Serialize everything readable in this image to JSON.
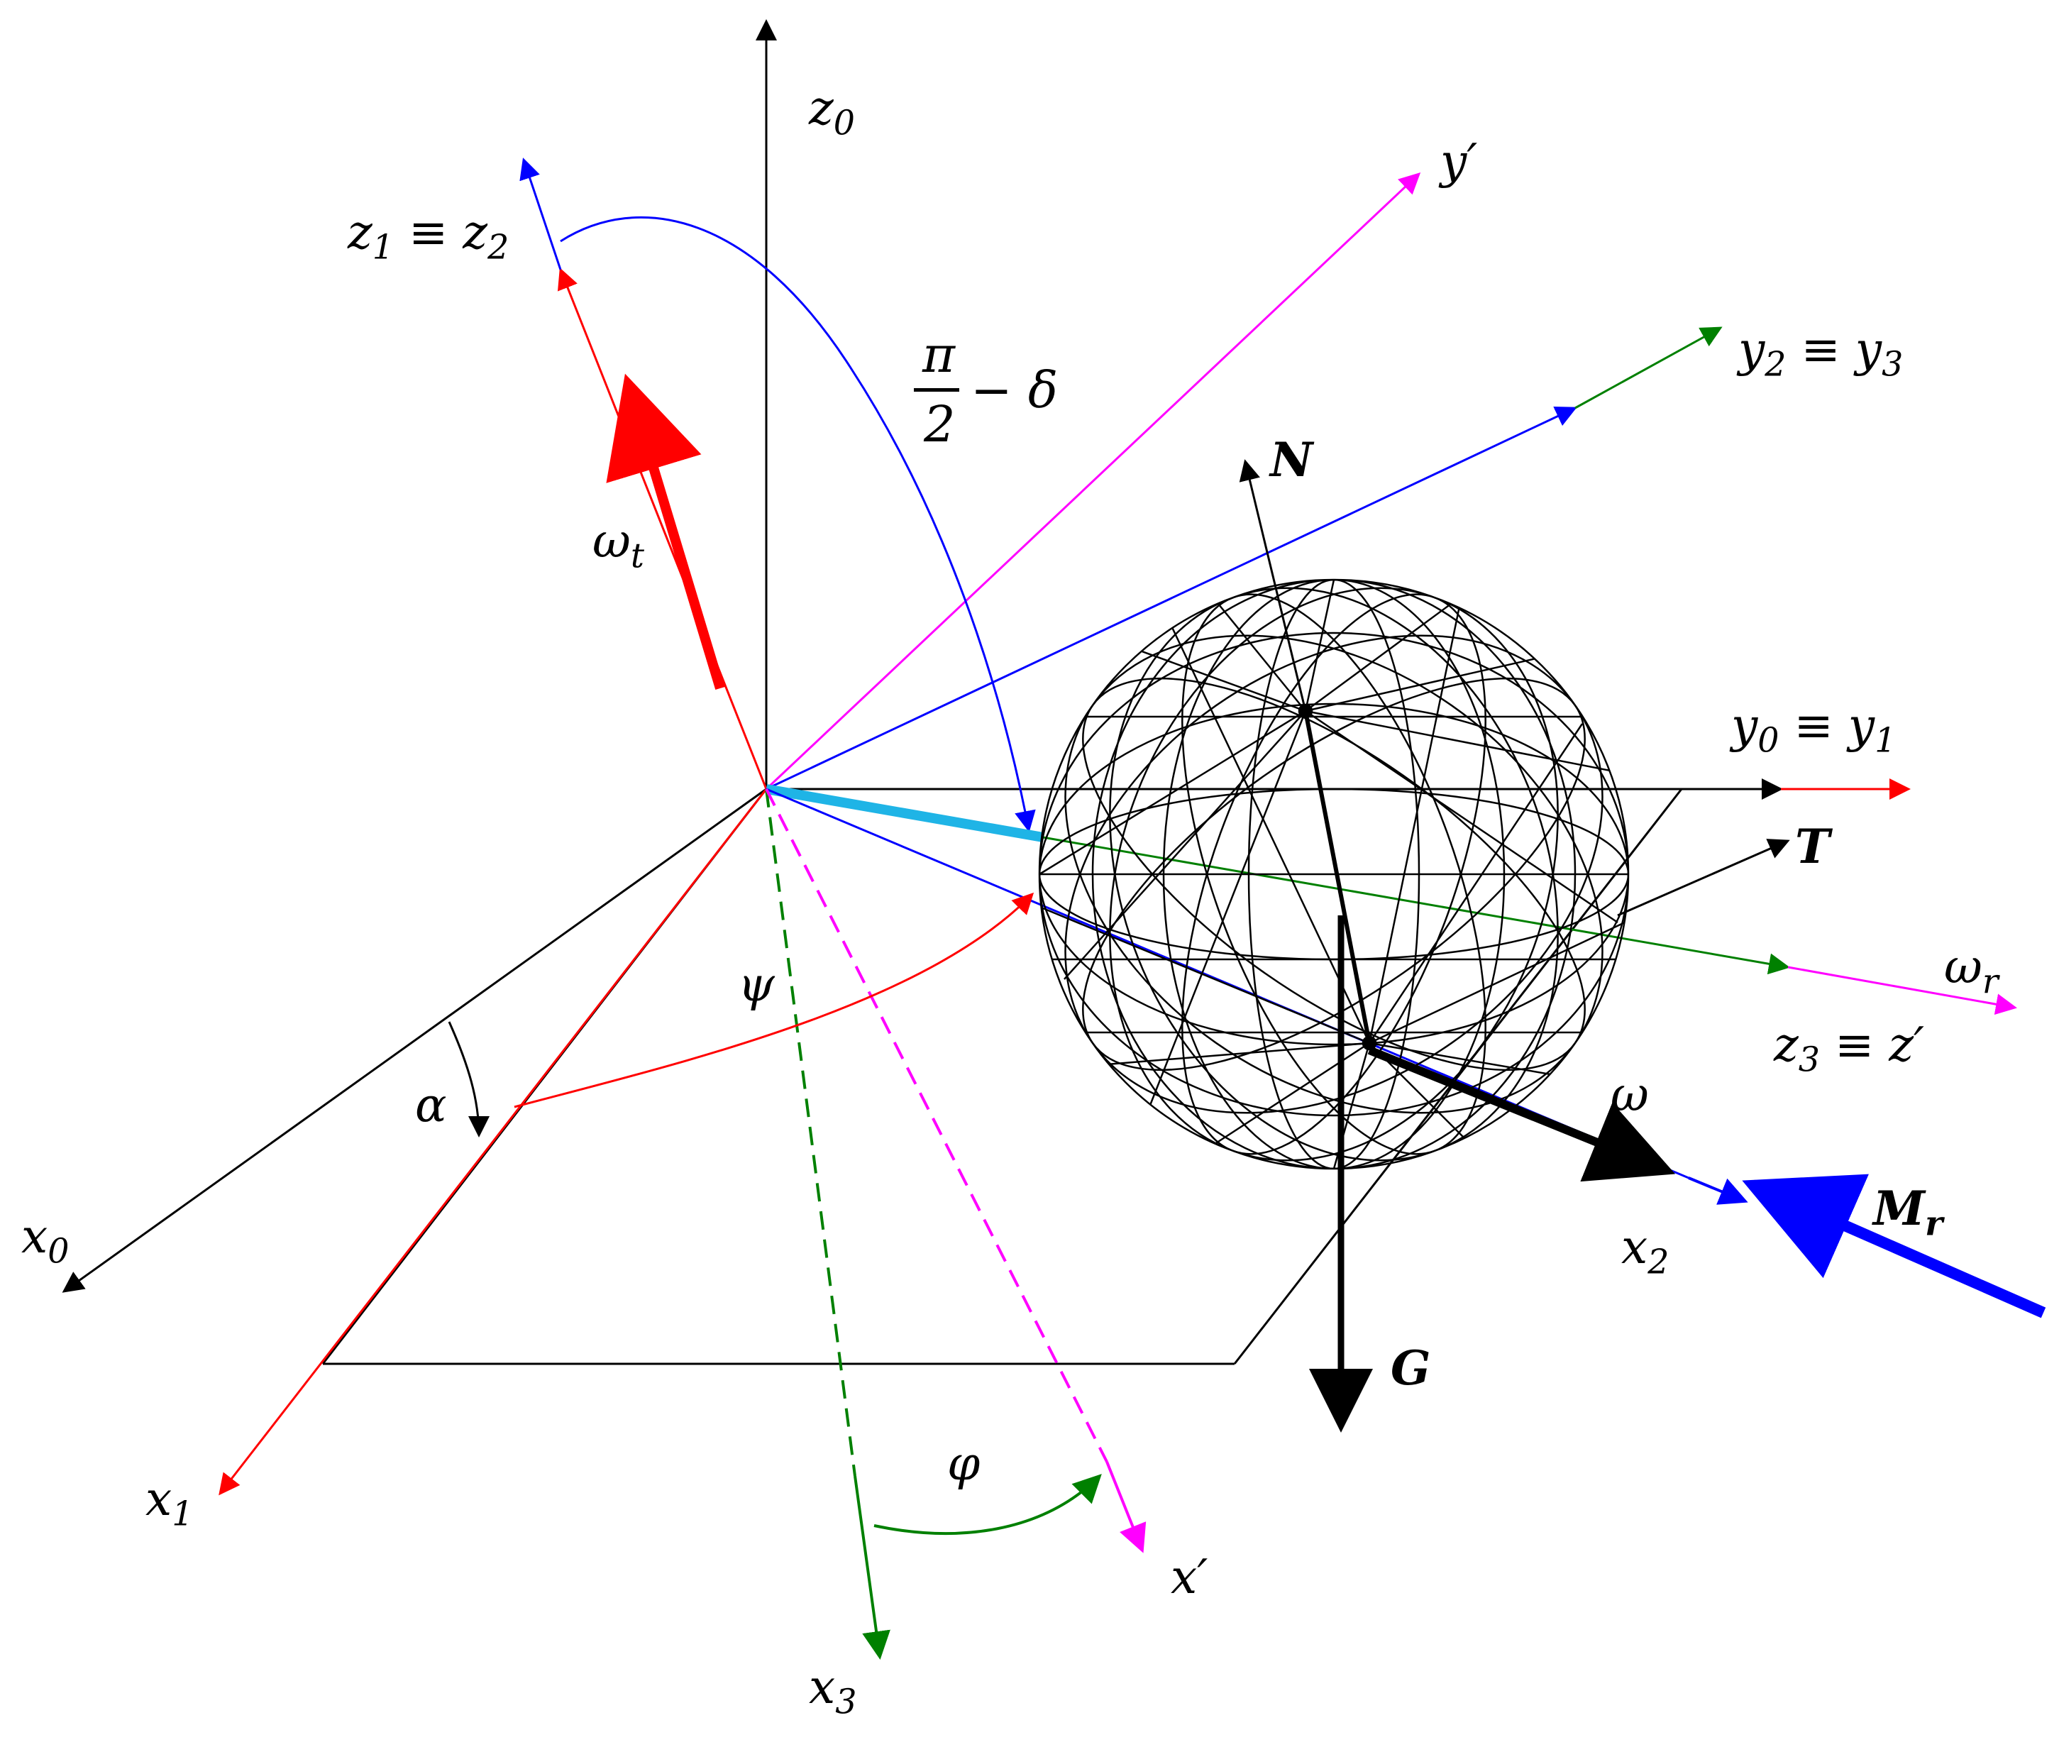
{
  "labels": {
    "z0": {
      "base": "z",
      "sub": "0",
      "suffix": ""
    },
    "z1z2": {
      "base": "z",
      "sub": "1",
      "mid": " ≡ z",
      "sub2": "2"
    },
    "yprime": {
      "text": "y′"
    },
    "y2y3": {
      "base": "y",
      "sub": "2",
      "mid": " ≡ y",
      "sub2": "3"
    },
    "y0y1": {
      "base": "y",
      "sub": "0",
      "mid": " ≡ y",
      "sub2": "1"
    },
    "z3zprime": {
      "base": "z",
      "sub": "3",
      "mid": " ≡ z′",
      "sub2": ""
    },
    "omega_t": {
      "base": "ω",
      "sub": "t"
    },
    "omega_r": {
      "base": "ω",
      "sub": "r"
    },
    "omega": {
      "text": "ω"
    },
    "N": {
      "text": "N"
    },
    "T": {
      "text": "T"
    },
    "G": {
      "text": "G"
    },
    "Mr": {
      "base": "M",
      "sub": "r"
    },
    "x0": {
      "base": "x",
      "sub": "0"
    },
    "x1": {
      "base": "x",
      "sub": "1"
    },
    "x2": {
      "base": "x",
      "sub": "2"
    },
    "x3": {
      "base": "x",
      "sub": "3"
    },
    "xprime": {
      "text": "x′"
    },
    "alpha": {
      "text": "α"
    },
    "psi": {
      "text": "ψ"
    },
    "phi": {
      "text": "φ"
    },
    "pi_over_2_minus_delta": {
      "numerator": "π",
      "denominator": "2",
      "rest": "− δ"
    }
  },
  "colors": {
    "black": "#000000",
    "red": "#ff0000",
    "blue": "#0000ff",
    "green": "#008000",
    "magenta": "#ff00ff",
    "cyan": "#1fb4e6"
  }
}
